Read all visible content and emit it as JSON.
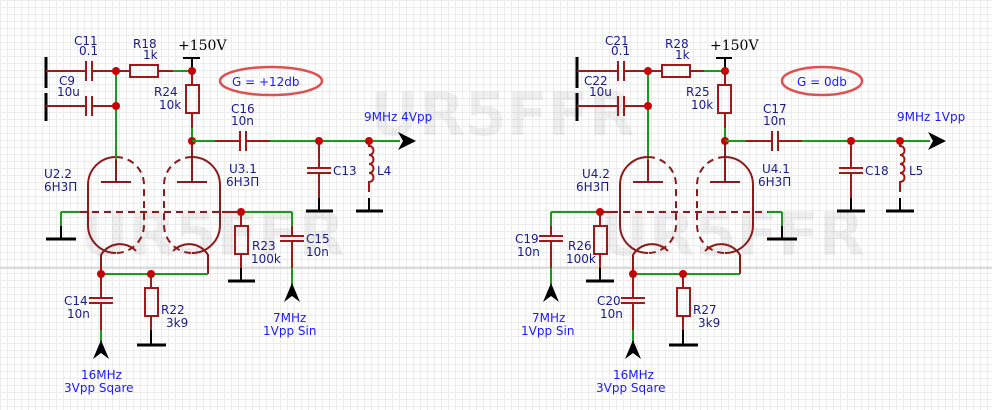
{
  "watermark": "UR5FFR",
  "colors": {
    "wire_component": "#a01818",
    "wire_net": "#1a9a1a",
    "junction": "#cc0000",
    "label": "#1a1a8c",
    "signal_label": "#1a1aff",
    "gain_ellipse": "#e05050"
  },
  "left": {
    "gain": "G = +12db",
    "supply": "+150V",
    "output": "9MHz 4Vpp",
    "input_sine": [
      "7MHz",
      "1Vpp Sin"
    ],
    "input_square": [
      "16MHz",
      "3Vpp Sqare"
    ],
    "components": {
      "C11": {
        "ref": "C11",
        "value": "0.1"
      },
      "C9": {
        "ref": "C9",
        "value": "10u"
      },
      "R18": {
        "ref": "R18",
        "value": "1k"
      },
      "R24": {
        "ref": "R24",
        "value": "10k"
      },
      "C16": {
        "ref": "C16",
        "value": "10n"
      },
      "C13": {
        "ref": "C13"
      },
      "L4": {
        "ref": "L4"
      },
      "U2_2": {
        "ref": "U2.2",
        "value": "6Н3П"
      },
      "U3_1": {
        "ref": "U3.1",
        "value": "6Н3П"
      },
      "R23": {
        "ref": "R23",
        "value": "100k"
      },
      "C15": {
        "ref": "C15",
        "value": "10n"
      },
      "C14": {
        "ref": "C14",
        "value": "10n"
      },
      "R22": {
        "ref": "R22",
        "value": "3k9"
      }
    }
  },
  "right": {
    "gain": "G = 0db",
    "supply": "+150V",
    "output": "9MHz 1Vpp",
    "input_sine": [
      "7MHz",
      "1Vpp Sin"
    ],
    "input_square": [
      "16MHz",
      "3Vpp Sqare"
    ],
    "components": {
      "C21": {
        "ref": "C21",
        "value": "0.1"
      },
      "C22": {
        "ref": "C22",
        "value": "10u"
      },
      "R28": {
        "ref": "R28",
        "value": "1k"
      },
      "R25": {
        "ref": "R25",
        "value": "10k"
      },
      "C17": {
        "ref": "C17",
        "value": "10n"
      },
      "C18": {
        "ref": "C18"
      },
      "L5": {
        "ref": "L5"
      },
      "U4_2": {
        "ref": "U4.2",
        "value": "6Н3П"
      },
      "U4_1": {
        "ref": "U4.1",
        "value": "6Н3П"
      },
      "C19": {
        "ref": "C19",
        "value": "10n"
      },
      "R26": {
        "ref": "R26",
        "value": "100k"
      },
      "C20": {
        "ref": "C20",
        "value": "10n"
      },
      "R27": {
        "ref": "R27",
        "value": "3k9"
      }
    }
  }
}
